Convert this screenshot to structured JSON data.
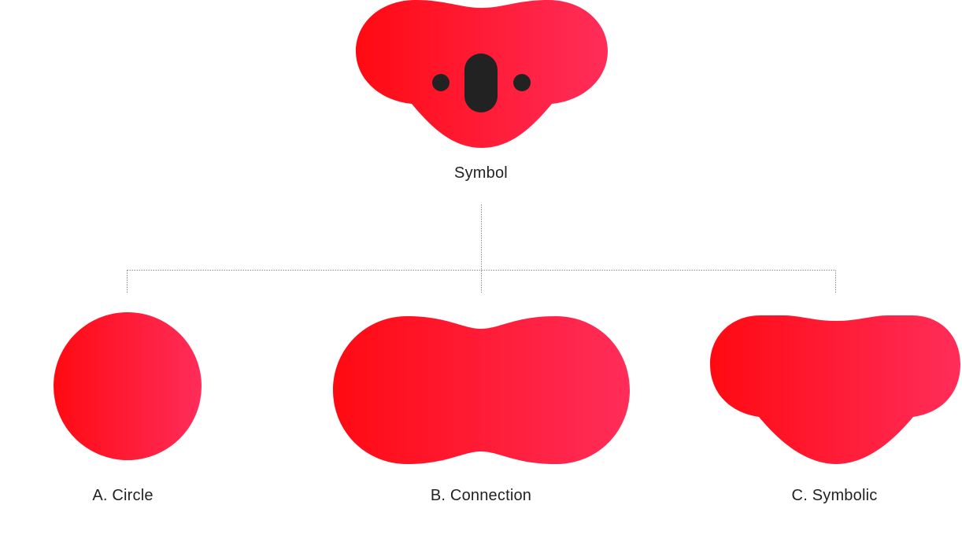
{
  "colors": {
    "gradient_start": "#ff0a12",
    "gradient_end": "#ff2d5a",
    "face_features": "#222222",
    "connector_line": "#8c8c8c",
    "text": "#222222"
  },
  "diagram": {
    "root": {
      "label": "Symbol",
      "icon": "koala-face-icon"
    },
    "children": [
      {
        "label": "A. Circle",
        "icon": "circle-shape-icon"
      },
      {
        "label": "B. Connection",
        "icon": "connection-shape-icon"
      },
      {
        "label": "C. Symbolic",
        "icon": "symbolic-shape-icon"
      }
    ]
  }
}
